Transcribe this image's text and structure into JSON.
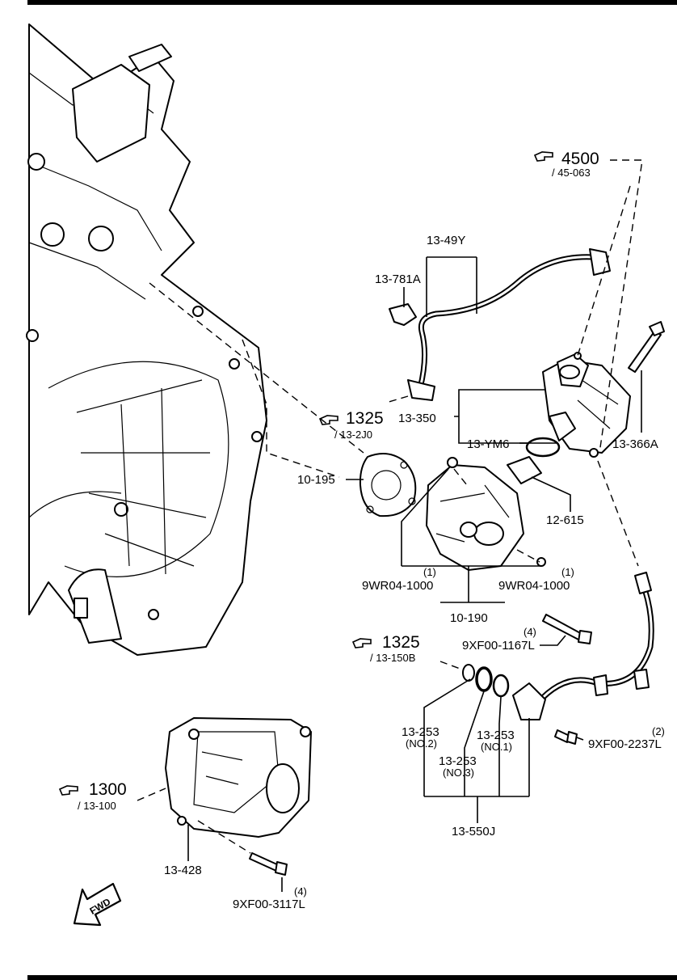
{
  "refs": {
    "r4500": {
      "main": "4500",
      "sub": "/ 45-063"
    },
    "r1325a": {
      "main": "1325",
      "sub": "/ 13-2J0"
    },
    "r1325b": {
      "main": "1325",
      "sub": "/ 13-150B"
    },
    "r1300": {
      "main": "1300",
      "sub": "/ 13-100"
    }
  },
  "labels": {
    "l1349y": "13-49Y",
    "l13781a": "13-781A",
    "l13350": "13-350",
    "l13ym6": "13-YM6",
    "l13366a": "13-366A",
    "l10195": "10-195",
    "l12615": "12-615",
    "l9wr_left": "9WR04-1000",
    "l9wr_left_qty": "(1)",
    "l9wr_right": "9WR04-1000",
    "l9wr_right_qty": "(1)",
    "l10190": "10-190",
    "l9xf1167": "9XF00-1167L",
    "l9xf1167_qty": "(4)",
    "l13253_no2": "13-253",
    "l13253_no2_sub": "(NO.2)",
    "l13253_no1": "13-253",
    "l13253_no1_sub": "(NO.1)",
    "l13253_no3": "13-253",
    "l13253_no3_sub": "(NO.3)",
    "l9xf2237": "9XF00-2237L",
    "l9xf2237_qty": "(2)",
    "l13550j": "13-550J",
    "l13428": "13-428",
    "l9xf3117": "9XF00-3117L",
    "l9xf3117_qty": "(4)"
  },
  "fwd_arrow": {
    "text": "FWD"
  },
  "icons": {
    "reference": "hand-pointer-icon"
  },
  "colors": {
    "ink": "#000000",
    "paper": "#ffffff"
  }
}
